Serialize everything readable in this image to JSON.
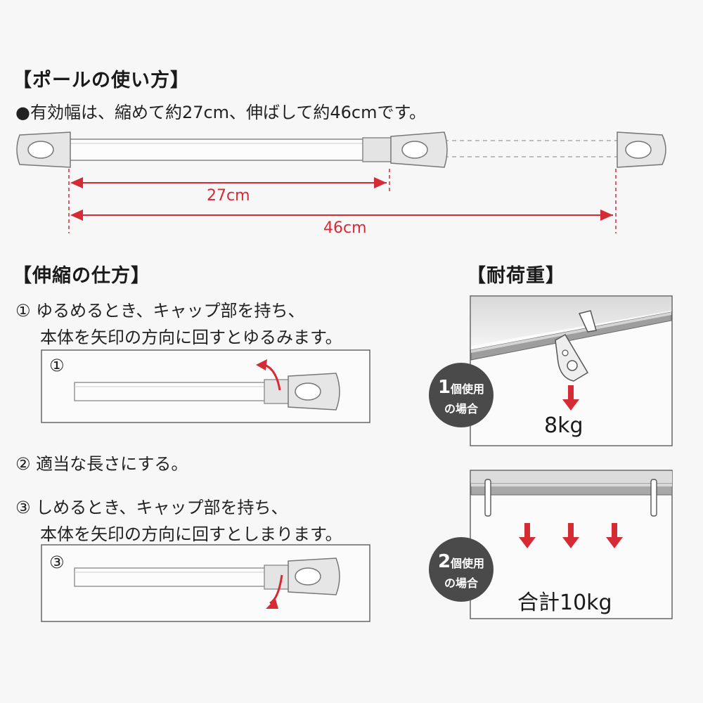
{
  "usage": {
    "heading": "【ポールの使い方】",
    "note": "●有効幅は、縮めて約27cm、伸ばして約46cmです。",
    "dim_short": "27cm",
    "dim_long": "46cm"
  },
  "adjust": {
    "heading": "【伸縮の仕方】",
    "step1_line1": "① ゆるめるとき、キャップ部を持ち、",
    "step1_line2": "本体を矢印の方向に回すとゆるみます。",
    "step1_box_label": "①",
    "step2": "② 適当な長さにする。",
    "step3_line1": "③ しめるとき、キャップ部を持ち、",
    "step3_line2": "本体を矢印の方向に回すとしまります。",
    "step3_box_label": "③"
  },
  "load": {
    "heading": "【耐荷重】",
    "case1": {
      "badge_num": "1",
      "badge_suffix": "個使用",
      "badge_line2": "の場合",
      "weight": "8kg"
    },
    "case2": {
      "badge_num": "2",
      "badge_suffix": "個使用",
      "badge_line2": "の場合",
      "weight": "合計10kg"
    }
  },
  "colors": {
    "accent_red": "#d42b35",
    "badge_gray": "#4a4a4a",
    "pole_fill": "#fcfcfc",
    "cap_fill": "#e6e6e6"
  }
}
